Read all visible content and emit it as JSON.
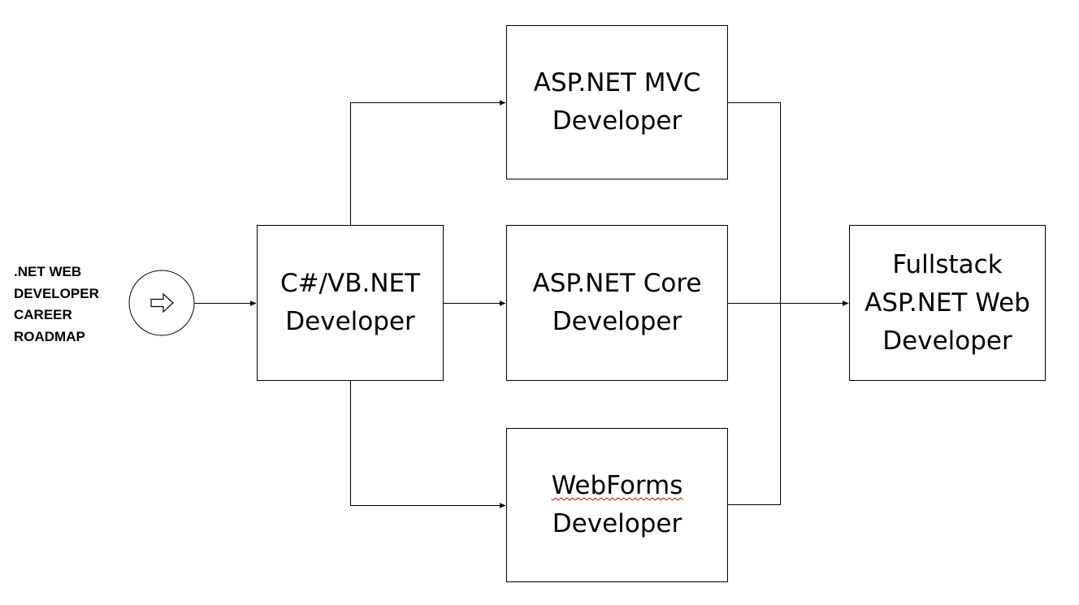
{
  "diagram": {
    "title_lines": [
      ".NET WEB",
      "DEVELOPER",
      "CAREER",
      "ROADMAP"
    ],
    "start_icon": "right-arrow-outline-icon",
    "nodes": {
      "csharp": {
        "lines": [
          "C#/VB.NET",
          "Developer"
        ]
      },
      "mvc": {
        "lines": [
          "ASP.NET MVC",
          "Developer"
        ]
      },
      "core": {
        "lines": [
          "ASP.NET Core",
          "Developer"
        ]
      },
      "webforms": {
        "lines": [
          "WebForms",
          "Developer"
        ]
      },
      "fullstack": {
        "lines": [
          "Fullstack",
          "ASP.NET Web",
          "Developer"
        ]
      }
    },
    "edges": [
      {
        "from": "start",
        "to": "csharp"
      },
      {
        "from": "csharp",
        "to": "mvc"
      },
      {
        "from": "csharp",
        "to": "core"
      },
      {
        "from": "csharp",
        "to": "webforms"
      },
      {
        "from": "mvc",
        "to": "fullstack"
      },
      {
        "from": "core",
        "to": "fullstack"
      },
      {
        "from": "webforms",
        "to": "fullstack"
      }
    ],
    "colors": {
      "line": "#000000",
      "background": "#ffffff",
      "spellcheck": "#c00000"
    }
  }
}
